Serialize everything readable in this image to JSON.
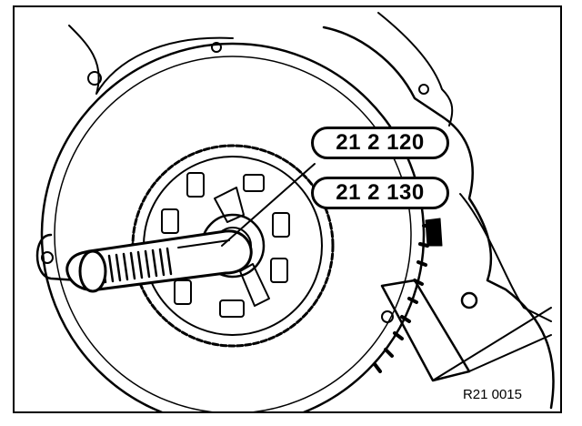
{
  "callouts": {
    "tool_number_1": "21 2 120",
    "tool_number_2": "21 2 130"
  },
  "figure_reference": "R21 0015",
  "colors": {
    "ink": "#000000",
    "paper": "#ffffff"
  }
}
